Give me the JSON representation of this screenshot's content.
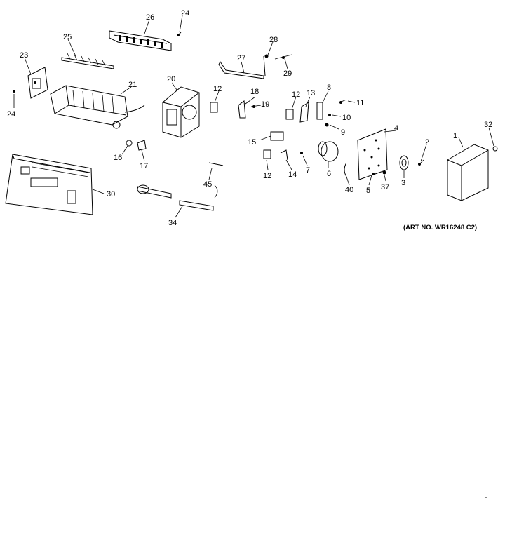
{
  "diagram": {
    "art_number": "(ART NO. WR16248 C2)",
    "callouts": [
      "26",
      "24",
      "25",
      "28",
      "23",
      "27",
      "29",
      "21",
      "12",
      "18",
      "19",
      "13",
      "8",
      "11",
      "10",
      "24",
      "20",
      "12",
      "9",
      "15",
      "4",
      "1",
      "32",
      "2",
      "16",
      "17",
      "12",
      "14",
      "7",
      "6",
      "40",
      "5",
      "37",
      "3",
      "30",
      "45",
      "34"
    ]
  }
}
